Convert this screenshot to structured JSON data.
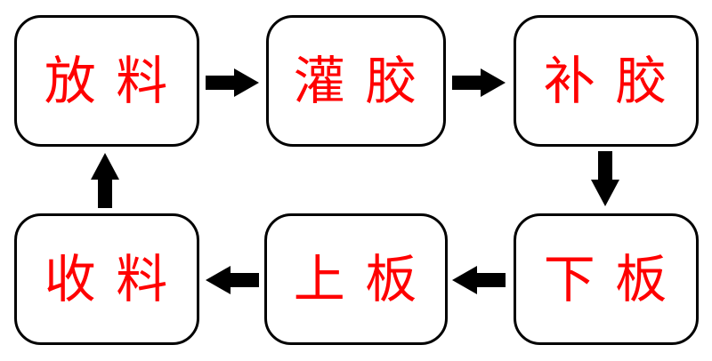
{
  "diagram": {
    "title": "process-flow-cycle",
    "colors": {
      "background": "#ffffff",
      "node_border": "#000000",
      "arrow": "#000000",
      "label_text": "#ff0000"
    },
    "nodes": [
      {
        "id": "fangliao",
        "label": "放 料"
      },
      {
        "id": "guanjiao",
        "label": "灌 胶"
      },
      {
        "id": "bujiao",
        "label": "补 胶"
      },
      {
        "id": "xiaban",
        "label": "下 板"
      },
      {
        "id": "shangban",
        "label": "上 板"
      },
      {
        "id": "shouliao",
        "label": "收 料"
      }
    ],
    "edges": [
      {
        "from": "放 料",
        "to": "灌 胶",
        "direction": "right"
      },
      {
        "from": "灌 胶",
        "to": "补 胶",
        "direction": "right"
      },
      {
        "from": "补 胶",
        "to": "下 板",
        "direction": "down"
      },
      {
        "from": "下 板",
        "to": "上 板",
        "direction": "left"
      },
      {
        "from": "上 板",
        "to": "收 料",
        "direction": "left"
      },
      {
        "from": "收 料",
        "to": "放 料",
        "direction": "up"
      }
    ]
  }
}
